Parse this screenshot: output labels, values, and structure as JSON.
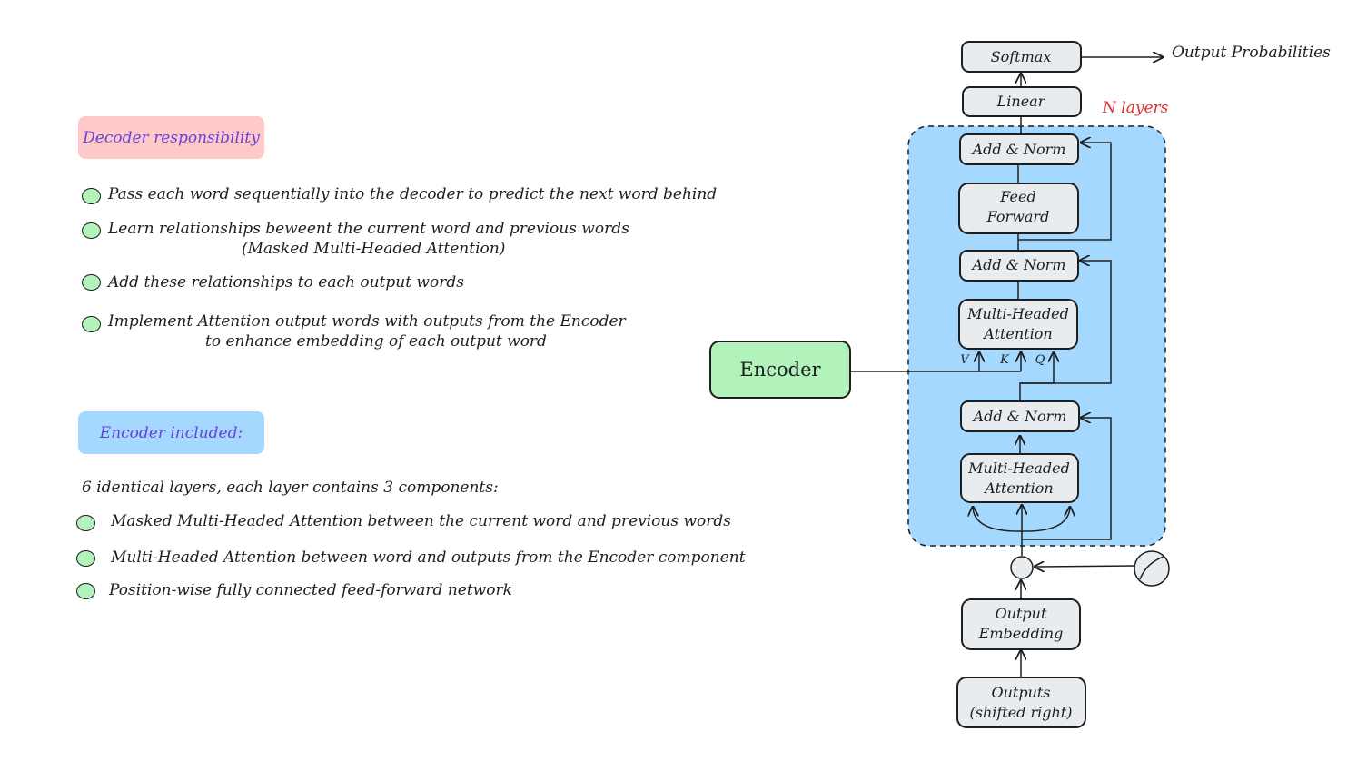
{
  "decoder_section": {
    "title": "Decoder responsibility",
    "items": [
      {
        "text": "Pass each word sequentially into the decoder to predict the next word behind",
        "continuation": ""
      },
      {
        "text": "Learn relationships beweent the current word and previous words",
        "continuation": "(Masked Multi-Headed Attention)"
      },
      {
        "text": "Add these relationships to each output words",
        "continuation": ""
      },
      {
        "text": "Implement Attention output words with outputs from the Encoder",
        "continuation": "to enhance embedding of each output word"
      }
    ]
  },
  "encoder_section": {
    "title": "Encoder included:",
    "summary": "6 identical layers, each layer contains 3 components:",
    "items": [
      "Masked Multi-Headed Attention between the current word and previous words",
      "Multi-Headed Attention between word and outputs from the Encoder component",
      "Position-wise fully connected feed-forward network"
    ]
  },
  "diagram": {
    "softmax": "Softmax",
    "output_probabilities": "Output Probabilities",
    "linear": "Linear",
    "n_layers": "N layers",
    "add_norm_top": "Add & Norm",
    "feed_forward_line1": "Feed",
    "feed_forward_line2": "Forward",
    "add_norm_mid": "Add & Norm",
    "mha_top_line1": "Multi-Headed",
    "mha_top_line2": "Attention",
    "v": "V",
    "k": "K",
    "q": "Q",
    "encoder": "Encoder",
    "add_norm_bottom": "Add & Norm",
    "mha_bottom_line1": "Multi-Headed",
    "mha_bottom_line2": "Attention",
    "output_embedding_line1": "Output",
    "output_embedding_line2": "Embedding",
    "outputs_line1": "Outputs",
    "outputs_line2": "(shifted right)",
    "colors": {
      "decoder_block": "#a5d8ff",
      "encoder_box": "#b2f2bb",
      "box_fill": "#e9ecef",
      "n_layers_label": "#e03131",
      "tag_text": "#6741d9"
    }
  }
}
